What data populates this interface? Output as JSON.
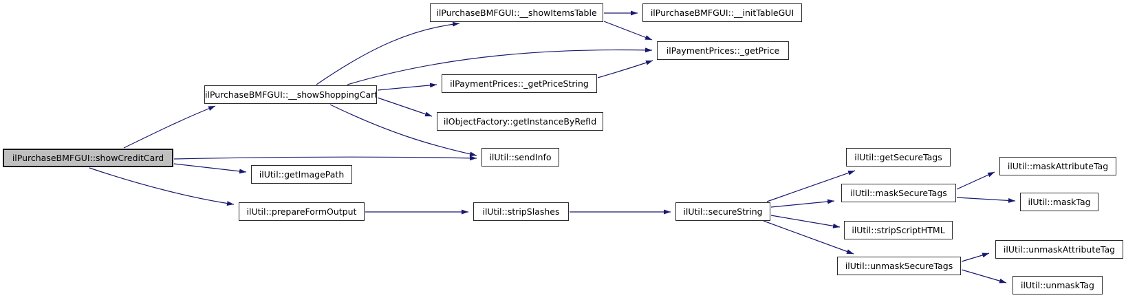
{
  "diagram": {
    "type": "call-graph",
    "palette": {
      "background": "#ffffff",
      "edge_color": "#191970",
      "node_border_color": "#2b2b2b",
      "node_fill": "#ffffff",
      "root_node_fill": "#bfbfbf",
      "text_color": "#000000"
    }
  },
  "nodes": [
    {
      "id": "showCreditCard",
      "label": "ilPurchaseBMFGUI::showCreditCard",
      "root": true
    },
    {
      "id": "showShoppingCart",
      "label": "ilPurchaseBMFGUI::__showShoppingCart",
      "root": false
    },
    {
      "id": "showItemsTable",
      "label": "ilPurchaseBMFGUI::__showItemsTable",
      "root": false
    },
    {
      "id": "initTableGUI",
      "label": "ilPurchaseBMFGUI::__initTableGUI",
      "root": false
    },
    {
      "id": "getPrice",
      "label": "ilPaymentPrices::_getPrice",
      "root": false
    },
    {
      "id": "getPriceString",
      "label": "ilPaymentPrices::_getPriceString",
      "root": false
    },
    {
      "id": "getInstanceByRefId",
      "label": "ilObjectFactory::getInstanceByRefId",
      "root": false
    },
    {
      "id": "sendInfo",
      "label": "ilUtil::sendInfo",
      "root": false
    },
    {
      "id": "getImagePath",
      "label": "ilUtil::getImagePath",
      "root": false
    },
    {
      "id": "prepareFormOutput",
      "label": "ilUtil::prepareFormOutput",
      "root": false
    },
    {
      "id": "stripSlashes",
      "label": "ilUtil::stripSlashes",
      "root": false
    },
    {
      "id": "secureString",
      "label": "ilUtil::secureString",
      "root": false
    },
    {
      "id": "getSecureTags",
      "label": "ilUtil::getSecureTags",
      "root": false
    },
    {
      "id": "maskSecureTags",
      "label": "ilUtil::maskSecureTags",
      "root": false
    },
    {
      "id": "stripScriptHTML",
      "label": "ilUtil::stripScriptHTML",
      "root": false
    },
    {
      "id": "unmaskSecureTags",
      "label": "ilUtil::unmaskSecureTags",
      "root": false
    },
    {
      "id": "maskAttributeTag",
      "label": "ilUtil::maskAttributeTag",
      "root": false
    },
    {
      "id": "maskTag",
      "label": "ilUtil::maskTag",
      "root": false
    },
    {
      "id": "unmaskAttributeTag",
      "label": "ilUtil::unmaskAttributeTag",
      "root": false
    },
    {
      "id": "unmaskTag",
      "label": "ilUtil::unmaskTag",
      "root": false
    }
  ],
  "edges": [
    {
      "from": "showCreditCard",
      "to": "showShoppingCart"
    },
    {
      "from": "showCreditCard",
      "to": "sendInfo"
    },
    {
      "from": "showCreditCard",
      "to": "getImagePath"
    },
    {
      "from": "showCreditCard",
      "to": "prepareFormOutput"
    },
    {
      "from": "showShoppingCart",
      "to": "showItemsTable"
    },
    {
      "from": "showShoppingCart",
      "to": "getPrice"
    },
    {
      "from": "showShoppingCart",
      "to": "getPriceString"
    },
    {
      "from": "showShoppingCart",
      "to": "getInstanceByRefId"
    },
    {
      "from": "showShoppingCart",
      "to": "sendInfo"
    },
    {
      "from": "showItemsTable",
      "to": "initTableGUI"
    },
    {
      "from": "showItemsTable",
      "to": "getPrice"
    },
    {
      "from": "getPriceString",
      "to": "getPrice"
    },
    {
      "from": "prepareFormOutput",
      "to": "stripSlashes"
    },
    {
      "from": "stripSlashes",
      "to": "secureString"
    },
    {
      "from": "secureString",
      "to": "getSecureTags"
    },
    {
      "from": "secureString",
      "to": "maskSecureTags"
    },
    {
      "from": "secureString",
      "to": "stripScriptHTML"
    },
    {
      "from": "secureString",
      "to": "unmaskSecureTags"
    },
    {
      "from": "maskSecureTags",
      "to": "maskAttributeTag"
    },
    {
      "from": "maskSecureTags",
      "to": "maskTag"
    },
    {
      "from": "unmaskSecureTags",
      "to": "unmaskAttributeTag"
    },
    {
      "from": "unmaskSecureTags",
      "to": "unmaskTag"
    }
  ]
}
